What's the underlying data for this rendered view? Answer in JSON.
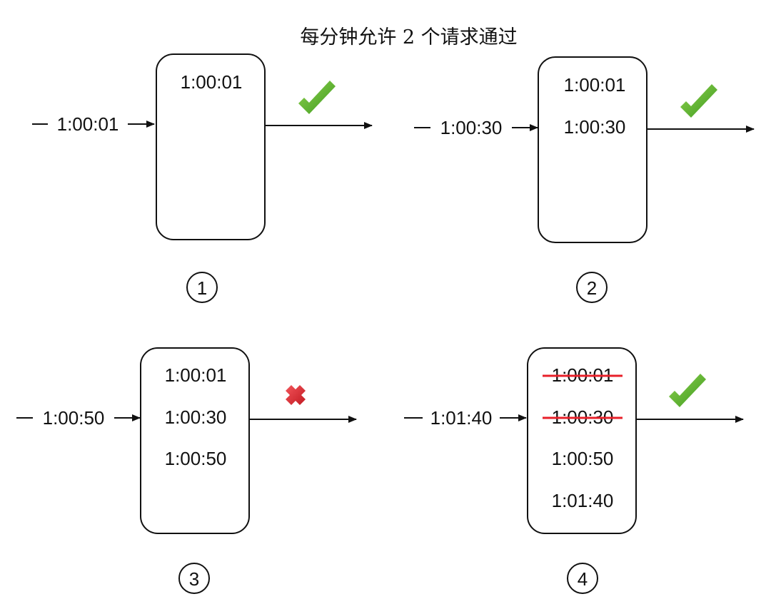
{
  "title": "每分钟允许 2 个请求通过",
  "colors": {
    "check": "#4caf2b",
    "cross": "#d9262b",
    "strike": "#e8202a",
    "line": "#111111"
  },
  "panels": [
    {
      "number": "1",
      "arrival": "1:00:01",
      "log": [
        "1:00:01"
      ],
      "struck": [],
      "result": "check-icon"
    },
    {
      "number": "2",
      "arrival": "1:00:30",
      "log": [
        "1:00:01",
        "1:00:30"
      ],
      "struck": [],
      "result": "check-icon"
    },
    {
      "number": "3",
      "arrival": "1:00:50",
      "log": [
        "1:00:01",
        "1:00:30",
        "1:00:50"
      ],
      "struck": [],
      "result": "cross-icon"
    },
    {
      "number": "4",
      "arrival": "1:01:40",
      "log": [
        "1:00:01",
        "1:00:30",
        "1:00:50",
        "1:01:40"
      ],
      "struck": [
        0,
        1
      ],
      "result": "check-icon"
    }
  ]
}
